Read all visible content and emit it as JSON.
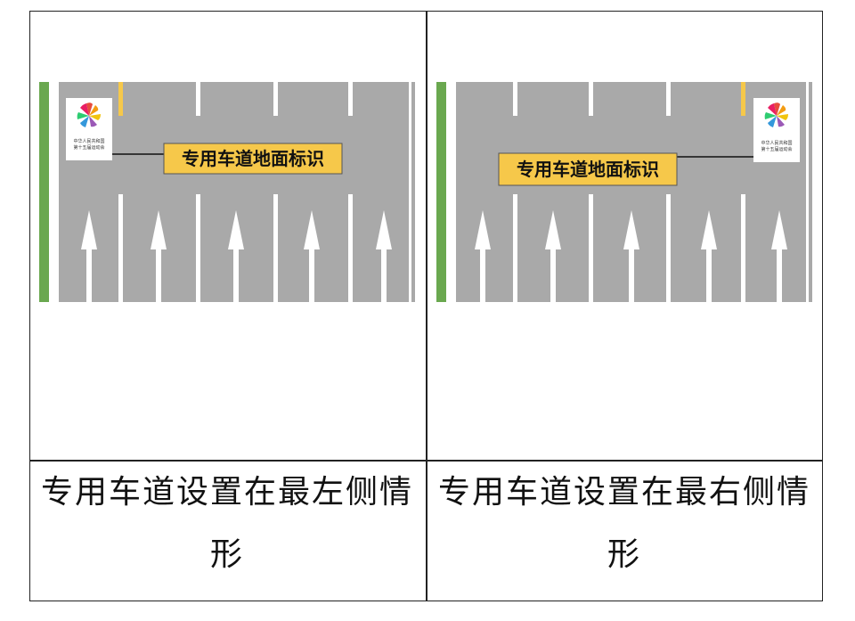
{
  "colors": {
    "road": "#a9a9a9",
    "marking": "#ffffff",
    "green_edge": "#6aa84f",
    "yellow_mark": "#f6c84a",
    "label_bg": "#f6c84a",
    "border": "#222222"
  },
  "panels": [
    {
      "label": "专用车道地面标识",
      "logo_lines": [
        "中华人民共和国",
        "第十五届运动会"
      ],
      "caption_line1": "专用车道设置在最左侧情",
      "caption_line2": "形"
    },
    {
      "label": "专用车道地面标识",
      "logo_lines": [
        "中华人民共和国",
        "第十五届运动会"
      ],
      "caption_line1": "专用车道设置在最右侧情",
      "caption_line2": "形"
    }
  ]
}
